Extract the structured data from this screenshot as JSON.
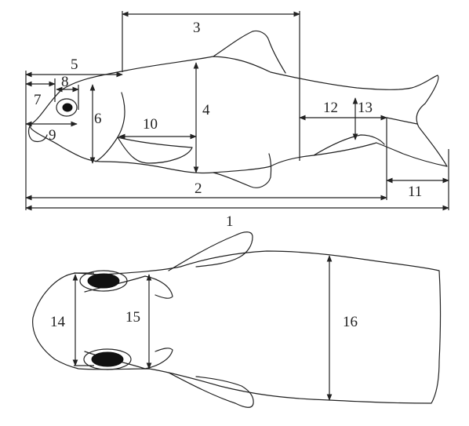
{
  "figure": {
    "labels": {
      "m1": "1",
      "m2": "2",
      "m3": "3",
      "m4": "4",
      "m5": "5",
      "m6": "6",
      "m7": "7",
      "m8": "8",
      "m9": "9",
      "m10": "10",
      "m11": "11",
      "m12": "12",
      "m13": "13",
      "m14": "14",
      "m15": "15",
      "m16": "16"
    },
    "colors": {
      "ink": "#222222",
      "fill": "#111111",
      "background": "#ffffff"
    }
  }
}
